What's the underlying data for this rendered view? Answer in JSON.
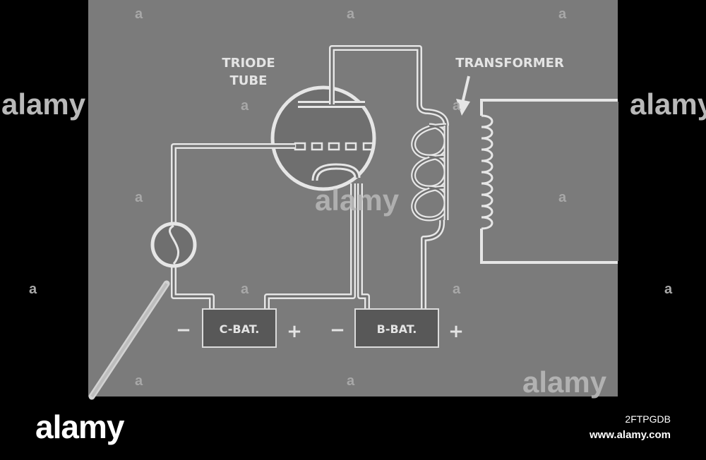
{
  "diagram": {
    "label_triode_line1": "TRIODE",
    "label_triode_line2": "TUBE",
    "label_transformer": "TRANSFORMER",
    "c_battery_label": "C-BAT.",
    "b_battery_label": "B-BAT.",
    "c_minus": "−",
    "c_plus": "+",
    "b_minus": "−",
    "b_plus": "+"
  },
  "watermarks": {
    "side_logo": "alamy",
    "center_logo": "alamy",
    "corner_logo": "alamy",
    "small_mark": "a"
  },
  "footer": {
    "logo": "alamy",
    "image_id": "2FTPGDB",
    "url": "www.alamy.com"
  },
  "colors": {
    "panel": "#7b7b7b",
    "wire": "#e6e6e6",
    "battery": "#585858",
    "background": "#000000"
  }
}
